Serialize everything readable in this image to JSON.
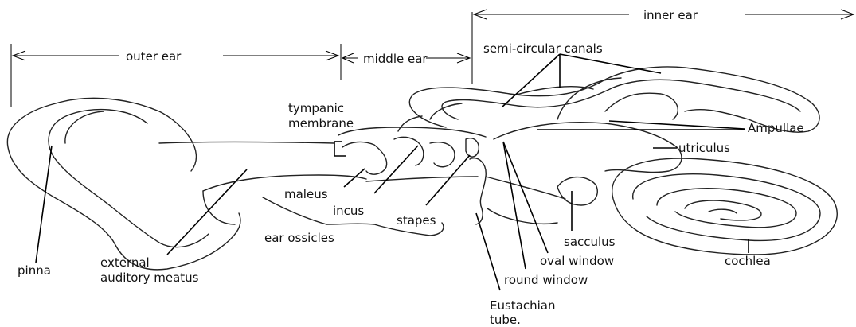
{
  "regions": {
    "outer_ear": "outer ear",
    "middle_ear": "middle ear",
    "inner_ear": "inner ear"
  },
  "labels": {
    "semi_circular_canals": "semi-circular canals",
    "tympanic_membrane_1": "tympanic",
    "tympanic_membrane_2": "membrane",
    "ampullae": "Ampullae",
    "utriculus": "utriculus",
    "maleus": "maleus",
    "incus": "incus",
    "stapes": "stapes",
    "ear_ossicles": "ear ossicles",
    "sacculus": "sacculus",
    "oval_window": "oval window",
    "round_window": "round window",
    "cochlea": "cochlea",
    "pinna": "pinna",
    "external_auditory_meatus_1": "external",
    "external_auditory_meatus_2": "auditory meatus",
    "eustachian_tube_1": "Eustachian",
    "eustachian_tube_2": "tube."
  }
}
